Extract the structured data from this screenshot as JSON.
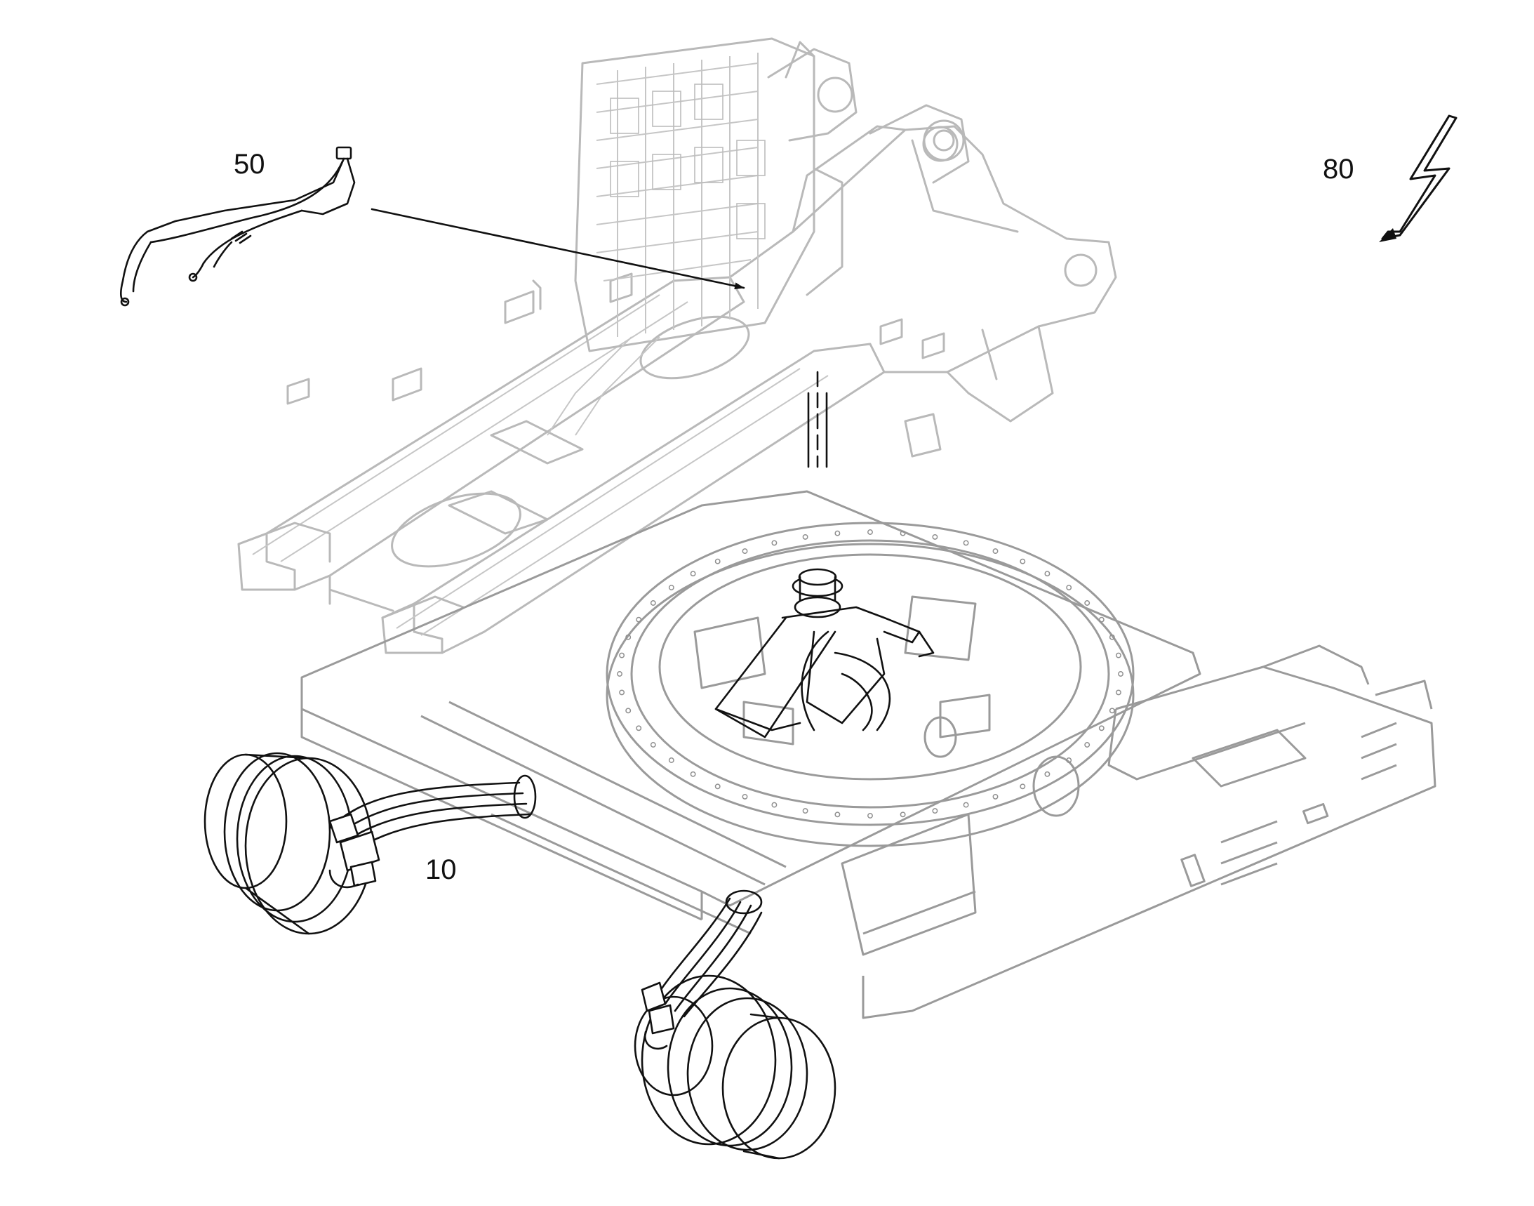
{
  "labels": {
    "harness_ref": "50",
    "signal_ref": "80",
    "assembly_ref": "10"
  },
  "colors": {
    "ink": "#111111",
    "ghost_line": "#b9b9b9",
    "background": "#ffffff"
  },
  "icons": [
    "lightning-bolt-icon",
    "leader-arrow-icon"
  ]
}
